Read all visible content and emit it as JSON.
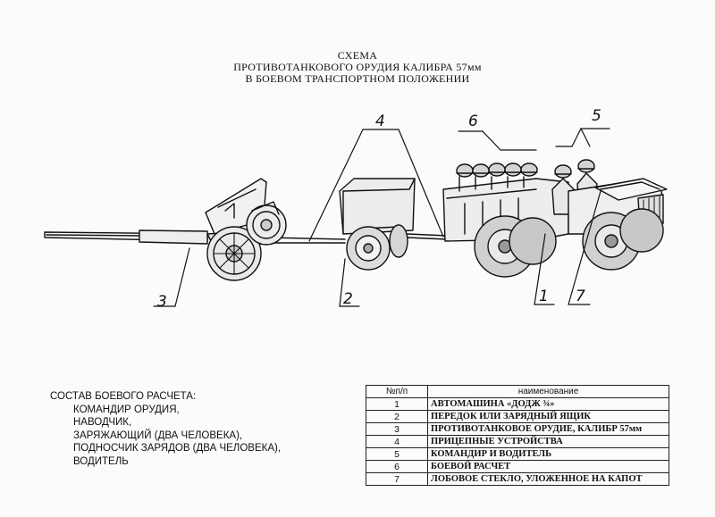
{
  "title": {
    "line1": "СХЕМА",
    "line2": "ПРОТИВОТАНКОВОГО ОРУДИЯ  КАЛИБРА 57мм",
    "line3": "В БОЕВОМ ТРАНСПОРТНОМ ПОЛОЖЕНИИ"
  },
  "callouts": {
    "c1": "1",
    "c2": "2",
    "c3": "3",
    "c4": "4",
    "c5": "5",
    "c6": "6",
    "c7": "7"
  },
  "crew": {
    "heading": "СОСТАВ БОЕВОГО РАСЧЕТА:",
    "lines": [
      "КОМАНДИР ОРУДИЯ,",
      "НАВОДЧИК,",
      "ЗАРЯЖАЮЩИЙ (ДВА ЧЕЛОВЕКА),",
      "ПОДНОСЧИК ЗАРЯДОВ (ДВА ЧЕЛОВЕКА),",
      "ВОДИТЕЛЬ"
    ]
  },
  "legend": {
    "col_num": "№п/п",
    "col_name": "наименование",
    "rows": [
      {
        "num": "1",
        "name": "АВТОМАШИНА «ДОДЖ ¾»"
      },
      {
        "num": "2",
        "name": "ПЕРЕДОК ИЛИ ЗАРЯДНЫЙ ЯЩИК"
      },
      {
        "num": "3",
        "name": "ПРОТИВОТАНКОВОЕ ОРУДИЕ, КАЛИБР 57мм"
      },
      {
        "num": "4",
        "name": "ПРИЦЕПНЫЕ УСТРОЙСТВА"
      },
      {
        "num": "5",
        "name": "КОМАНДИР И ВОДИТЕЛЬ"
      },
      {
        "num": "6",
        "name": "БОЕВОЙ РАСЧЕТ"
      },
      {
        "num": "7",
        "name": "ЛОБОВОЕ СТЕКЛО, УЛОЖЕННОЕ НА КАПОТ"
      }
    ]
  }
}
